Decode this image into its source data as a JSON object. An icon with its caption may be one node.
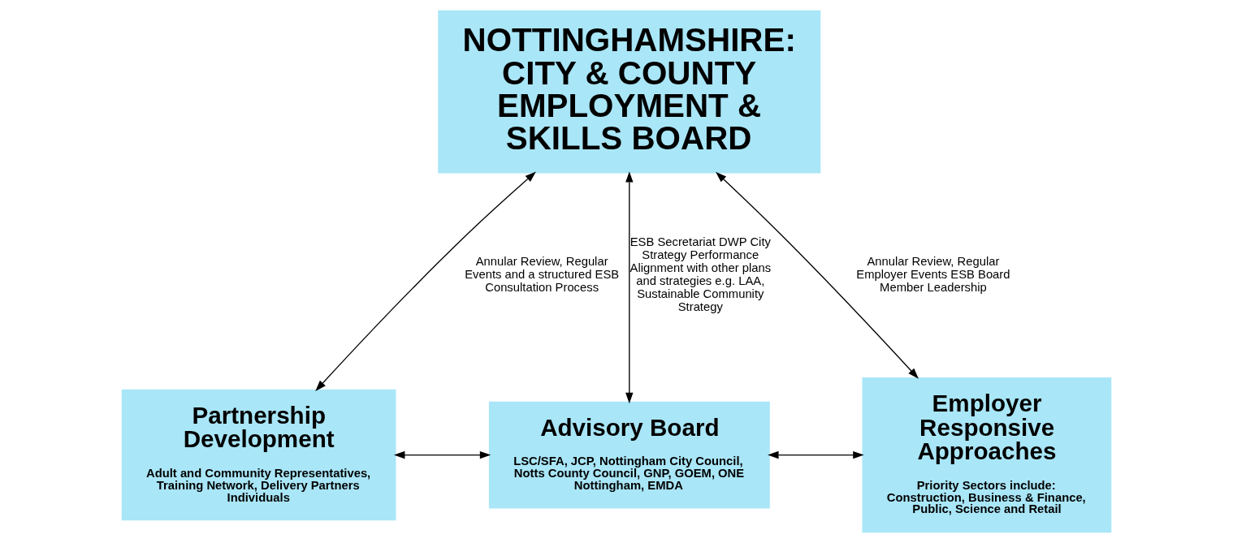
{
  "diagram": {
    "nodes": [
      {
        "text": [
          "NOTTINGHAMSHIRE: CITY & COUNTY EMPLOYMENT & SKILLS BOARD"
        ]
      },
      {
        "text": [
          "Partnership Development",
          "Adult and Community Representatives, Training Network, Delivery Partners Individuals"
        ]
      },
      {
        "text": [
          "Advisory Board",
          "LSC/SFA, JCP, Nottingham City Council, Notts County Council, GNP, GOEM, ONE Nottingham, EMDA"
        ]
      },
      {
        "text": [
          "Employer Responsive Approaches",
          "Priority Sectors include: Construction, Business & Finance, Public, Science and Retail"
        ]
      }
    ],
    "edges": [
      {
        "from": 0,
        "to": 1,
        "arrow": "both",
        "label": "Annular Review, Regular Events and a structured ESB Consultation Process"
      },
      {
        "from": 0,
        "to": 2,
        "arrow": "both",
        "label": "ESB Secretariat DWP City Strategy Performance Alignment with other plans and strategies e.g. LAA, Sustainable Community Strategy"
      },
      {
        "from": 0,
        "to": 3,
        "arrow": "both",
        "label": "Annular Review, Regular Employer Events ESB Board Member Leadership"
      },
      {
        "from": 1,
        "to": 2,
        "arrow": "both"
      },
      {
        "from": 2,
        "to": 3,
        "arrow": "both"
      }
    ]
  }
}
